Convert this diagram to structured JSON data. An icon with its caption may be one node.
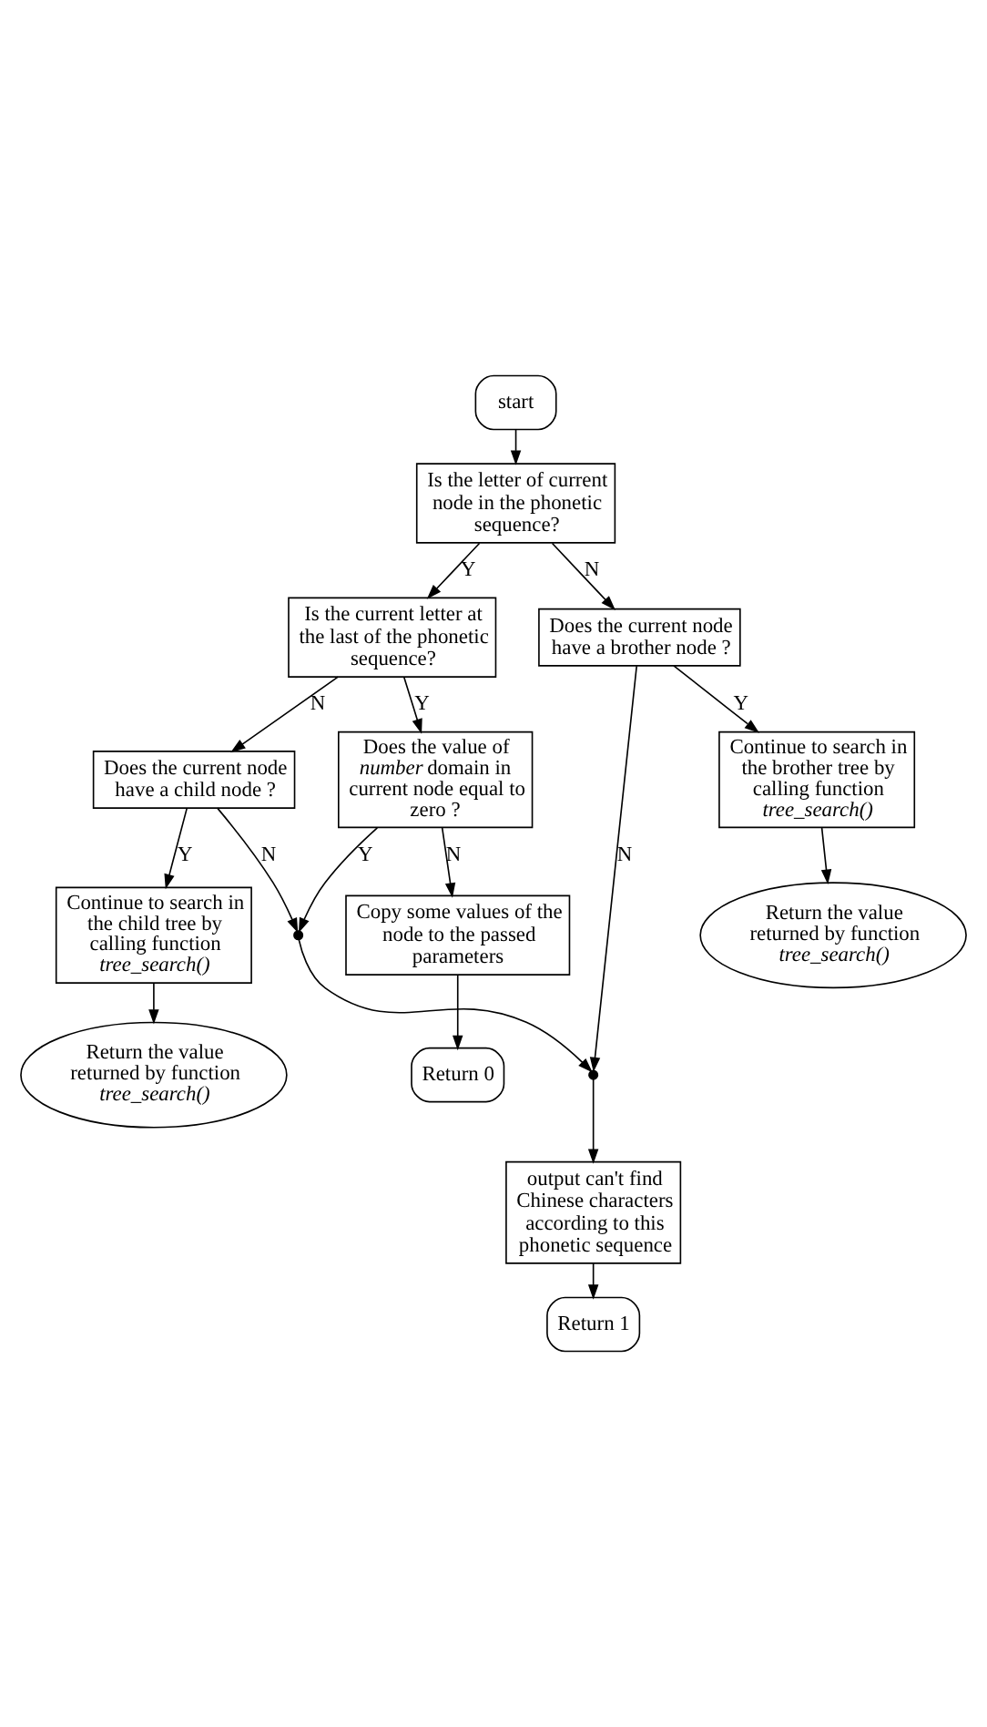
{
  "diagram": {
    "nodes": [
      {
        "text": [
          "start"
        ]
      },
      {
        "text": [
          "Is the letter of current node in the phonetic sequence?"
        ]
      },
      {
        "text": [
          "Is the current letter at the last of the phonetic sequence?"
        ]
      },
      {
        "text": [
          "Does the value of *number* domain in current node equal to zero ?"
        ]
      },
      {
        "text": [
          "Copy some values of the node to the passed parameters"
        ]
      },
      {
        "text": [
          "Return 0"
        ]
      },
      {
        "text": [
          "Does the current node have a child node ?"
        ]
      },
      {
        "text": [
          "Continue to search in the child tree by calling function *tree_search()*"
        ]
      },
      {
        "text": [
          "Return the value returned by function *tree_search()*"
        ]
      },
      {
        "text": [
          "Does the current node have a brother node ?"
        ]
      },
      {
        "text": [
          "Continue to search in the brother tree by calling function *tree_search()*"
        ]
      },
      {
        "text": [
          "Return the value returned by function *tree_search()*"
        ]
      },
      {
        "text": [],
        "shape": "circle"
      },
      {
        "text": [],
        "shape": "circle"
      },
      {
        "text": [
          "output can't find Chinese characters according to this phonetic sequence"
        ]
      },
      {
        "text": [
          "Return 1"
        ]
      }
    ],
    "edges": [
      {
        "from": 0,
        "to": 1,
        "arrow": "to"
      },
      {
        "from": 1,
        "to": 9,
        "arrow": "to",
        "label": "N"
      },
      {
        "from": 1,
        "to": 2,
        "arrow": "to",
        "label": "Y"
      },
      {
        "from": 2,
        "to": 6,
        "arrow": "to",
        "label": "N"
      },
      {
        "from": 2,
        "to": 3,
        "arrow": "to",
        "label": "Y"
      },
      {
        "from": 3,
        "to": 12,
        "arrow": "to",
        "label": "Y"
      },
      {
        "from": 3,
        "to": 4,
        "arrow": "to",
        "label": "N"
      },
      {
        "from": 4,
        "to": 5,
        "arrow": "to"
      },
      {
        "from": 6,
        "to": 12,
        "arrow": "to",
        "label": "N"
      },
      {
        "from": 6,
        "to": 7,
        "arrow": "to",
        "label": "Y"
      },
      {
        "from": 7,
        "to": 8,
        "arrow": "to"
      },
      {
        "from": 9,
        "to": 10,
        "arrow": "to",
        "label": "Y"
      },
      {
        "from": 9,
        "to": 13,
        "arrow": "to",
        "label": "N"
      },
      {
        "from": 10,
        "to": 11,
        "arrow": "to"
      },
      {
        "from": 12,
        "to": 13,
        "arrow": "to"
      },
      {
        "from": 13,
        "to": 14,
        "arrow": "to"
      },
      {
        "from": 14,
        "to": 15,
        "arrow": "to"
      }
    ]
  }
}
